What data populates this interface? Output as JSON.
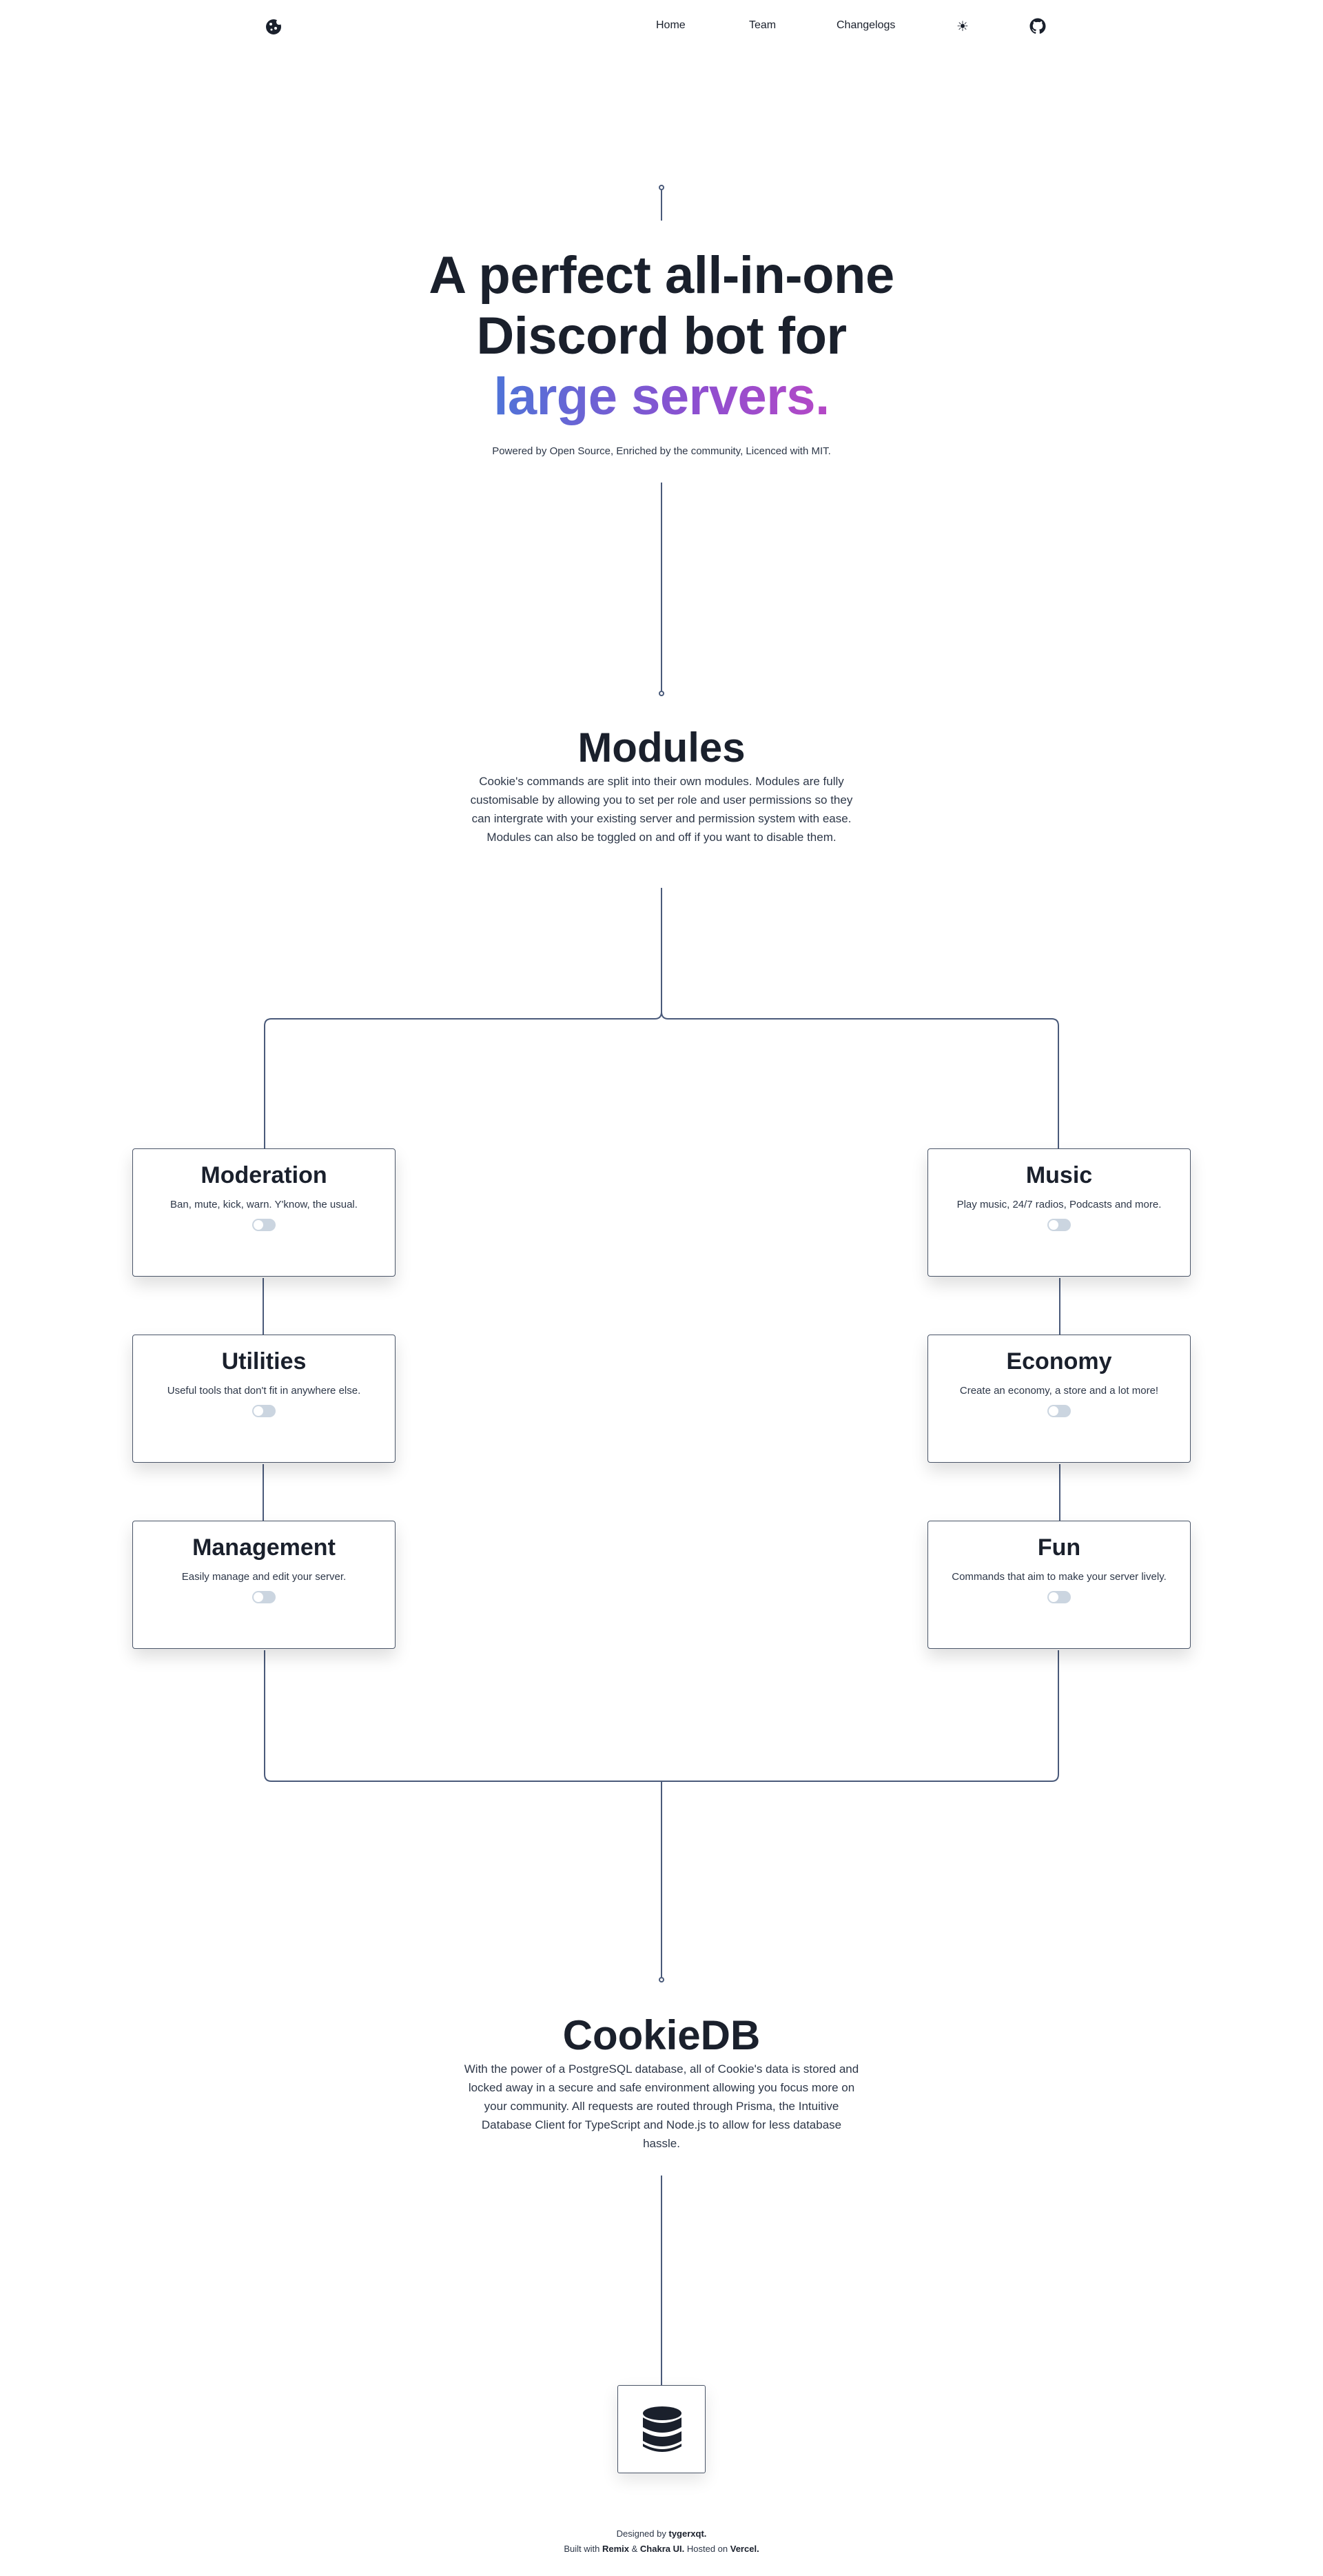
{
  "nav": {
    "logo_icon": "cookie-icon",
    "links": [
      "Home",
      "Team",
      "Changelogs"
    ],
    "theme_icon": "sun-icon",
    "github_icon": "github-icon"
  },
  "hero": {
    "title_line1": "A perfect all-in-one",
    "title_line2": "Discord bot for",
    "title_highlight": "large servers.",
    "subtitle": "Powered by Open Source, Enriched by the community, Licenced with MIT.",
    "gradient_colors": [
      "#4f74d8",
      "#b548c6"
    ]
  },
  "modules": {
    "title": "Modules",
    "description": "Cookie's commands are split into their own modules. Modules are fully customisable by allowing you to set per role and user permissions so they can intergrate with your existing server and permission system with ease. Modules can also be toggled on and off if you want to disable them.",
    "items": [
      {
        "name": "Moderation",
        "desc": "Ban, mute, kick, warn. Y'know, the usual.",
        "enabled": false
      },
      {
        "name": "Music",
        "desc": "Play music, 24/7 radios, Podcasts and more.",
        "enabled": false
      },
      {
        "name": "Utilities",
        "desc": "Useful tools that don't fit in anywhere else.",
        "enabled": false
      },
      {
        "name": "Economy",
        "desc": "Create an economy, a store and a lot more!",
        "enabled": false
      },
      {
        "name": "Management",
        "desc": "Easily manage and edit your server.",
        "enabled": false
      },
      {
        "name": "Fun",
        "desc": "Commands that aim to make your server lively.",
        "enabled": false
      }
    ]
  },
  "cookiedb": {
    "title": "CookieDB",
    "description": "With the power of a PostgreSQL database, all of Cookie's data is stored and locked away in a secure and safe environment allowing you focus more on your community. All requests are routed through Prisma, the Intuitive Database Client for TypeScript and Node.js to allow for less database hassle.",
    "icon": "database-icon"
  },
  "footer": {
    "designed_prefix": "Designed by",
    "designer": "tygerxqt.",
    "built_prefix": "Built with",
    "tech1": "Remix",
    "amp": "&",
    "tech2": "Chakra UI.",
    "hosted_prefix": "Hosted on",
    "host": "Vercel."
  },
  "colors": {
    "line": "#4a5a7a",
    "text": "#1a202c",
    "toggle_off": "#cbd5e0"
  }
}
